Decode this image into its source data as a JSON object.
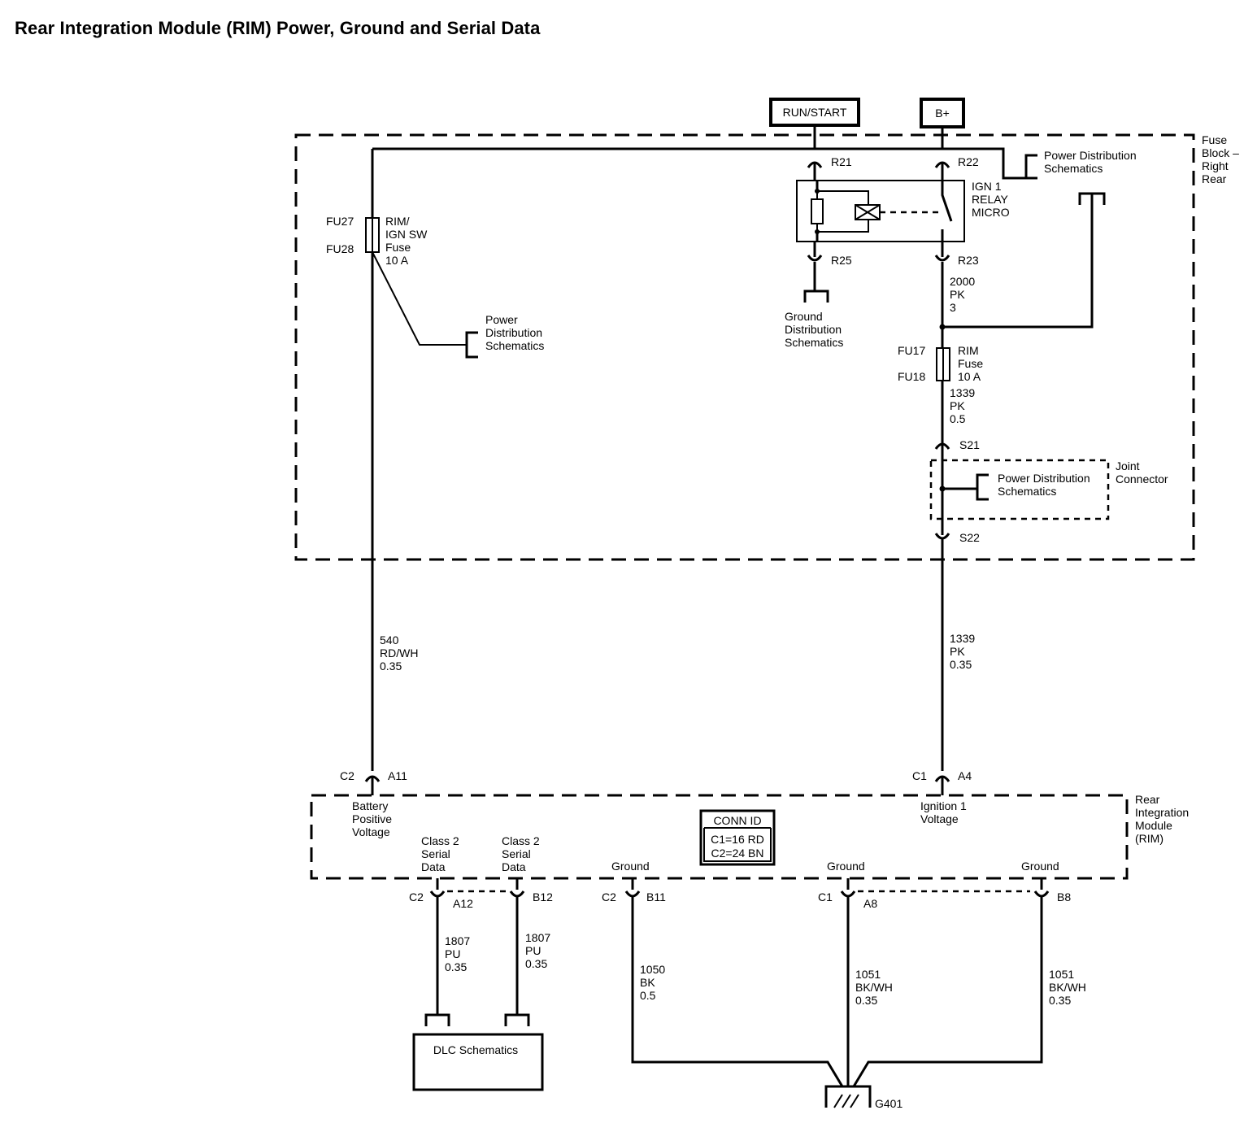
{
  "title": "Rear Integration Module (RIM) Power, Ground and Serial Data",
  "power_sources": {
    "run_start": "RUN/START",
    "b_plus": "B+"
  },
  "fuse_block": {
    "label": [
      "Fuse",
      "Block –",
      "Right",
      "Rear"
    ],
    "terminals": {
      "r21": "R21",
      "r22": "R22",
      "r23": "R23",
      "r25": "R25",
      "s21": "S21",
      "s22": "S22"
    },
    "relay_label": [
      "IGN 1",
      "RELAY",
      "MICRO"
    ],
    "rim_ign_fuse": {
      "ids": [
        "FU27",
        "FU28"
      ],
      "label": [
        "RIM/",
        "IGN SW",
        "Fuse",
        "10 A"
      ]
    },
    "rim_fuse": {
      "ids": [
        "FU17",
        "FU18"
      ],
      "label": [
        "RIM",
        "Fuse",
        "10 A"
      ]
    },
    "wire_2000": [
      "2000",
      "PK",
      "3"
    ],
    "wire_1339_in": [
      "1339",
      "PK",
      "0.5"
    ],
    "ref_power_dist_top": [
      "Power Distribution",
      "Schematics"
    ],
    "ref_power_dist_left": [
      "Power",
      "Distribution",
      "Schematics"
    ],
    "ref_ground_dist": [
      "Ground",
      "Distribution",
      "Schematics"
    ],
    "joint_connector": {
      "label": [
        "Joint",
        "Connector"
      ],
      "ref": [
        "Power Distribution",
        "Schematics"
      ]
    }
  },
  "harness": {
    "wire_540": [
      "540",
      "RD/WH",
      "0.35"
    ],
    "wire_1339": [
      "1339",
      "PK",
      "0.35"
    ]
  },
  "rim": {
    "label": [
      "Rear",
      "Integration",
      "Module",
      "(RIM)"
    ],
    "pins_top": [
      {
        "conn": "C2",
        "pin": "A11",
        "func": [
          "Battery",
          "Positive",
          "Voltage"
        ]
      },
      {
        "conn": "C1",
        "pin": "A4",
        "func": [
          "Ignition 1",
          "Voltage"
        ]
      }
    ],
    "conn_id": {
      "title": "CONN ID",
      "rows": [
        "C1=16 RD",
        "C2=24 BN"
      ]
    },
    "pins_bottom": [
      {
        "conn": "C2",
        "pin": "A12",
        "func": [
          "Class 2",
          "Serial",
          "Data"
        ],
        "wire": [
          "1807",
          "PU",
          "0.35"
        ]
      },
      {
        "conn": "",
        "pin": "B12",
        "func": [
          "Class 2",
          "Serial",
          "Data"
        ],
        "wire": [
          "1807",
          "PU",
          "0.35"
        ]
      },
      {
        "conn": "C2",
        "pin": "B11",
        "func": [
          "Ground"
        ],
        "wire": [
          "1050",
          "BK",
          "0.5"
        ]
      },
      {
        "conn": "C1",
        "pin": "A8",
        "func": [
          "Ground"
        ],
        "wire": [
          "1051",
          "BK/WH",
          "0.35"
        ]
      },
      {
        "conn": "",
        "pin": "B8",
        "func": [
          "Ground"
        ],
        "wire": [
          "1051",
          "BK/WH",
          "0.35"
        ]
      }
    ]
  },
  "dlc": "DLC Schematics",
  "ground": "G401"
}
